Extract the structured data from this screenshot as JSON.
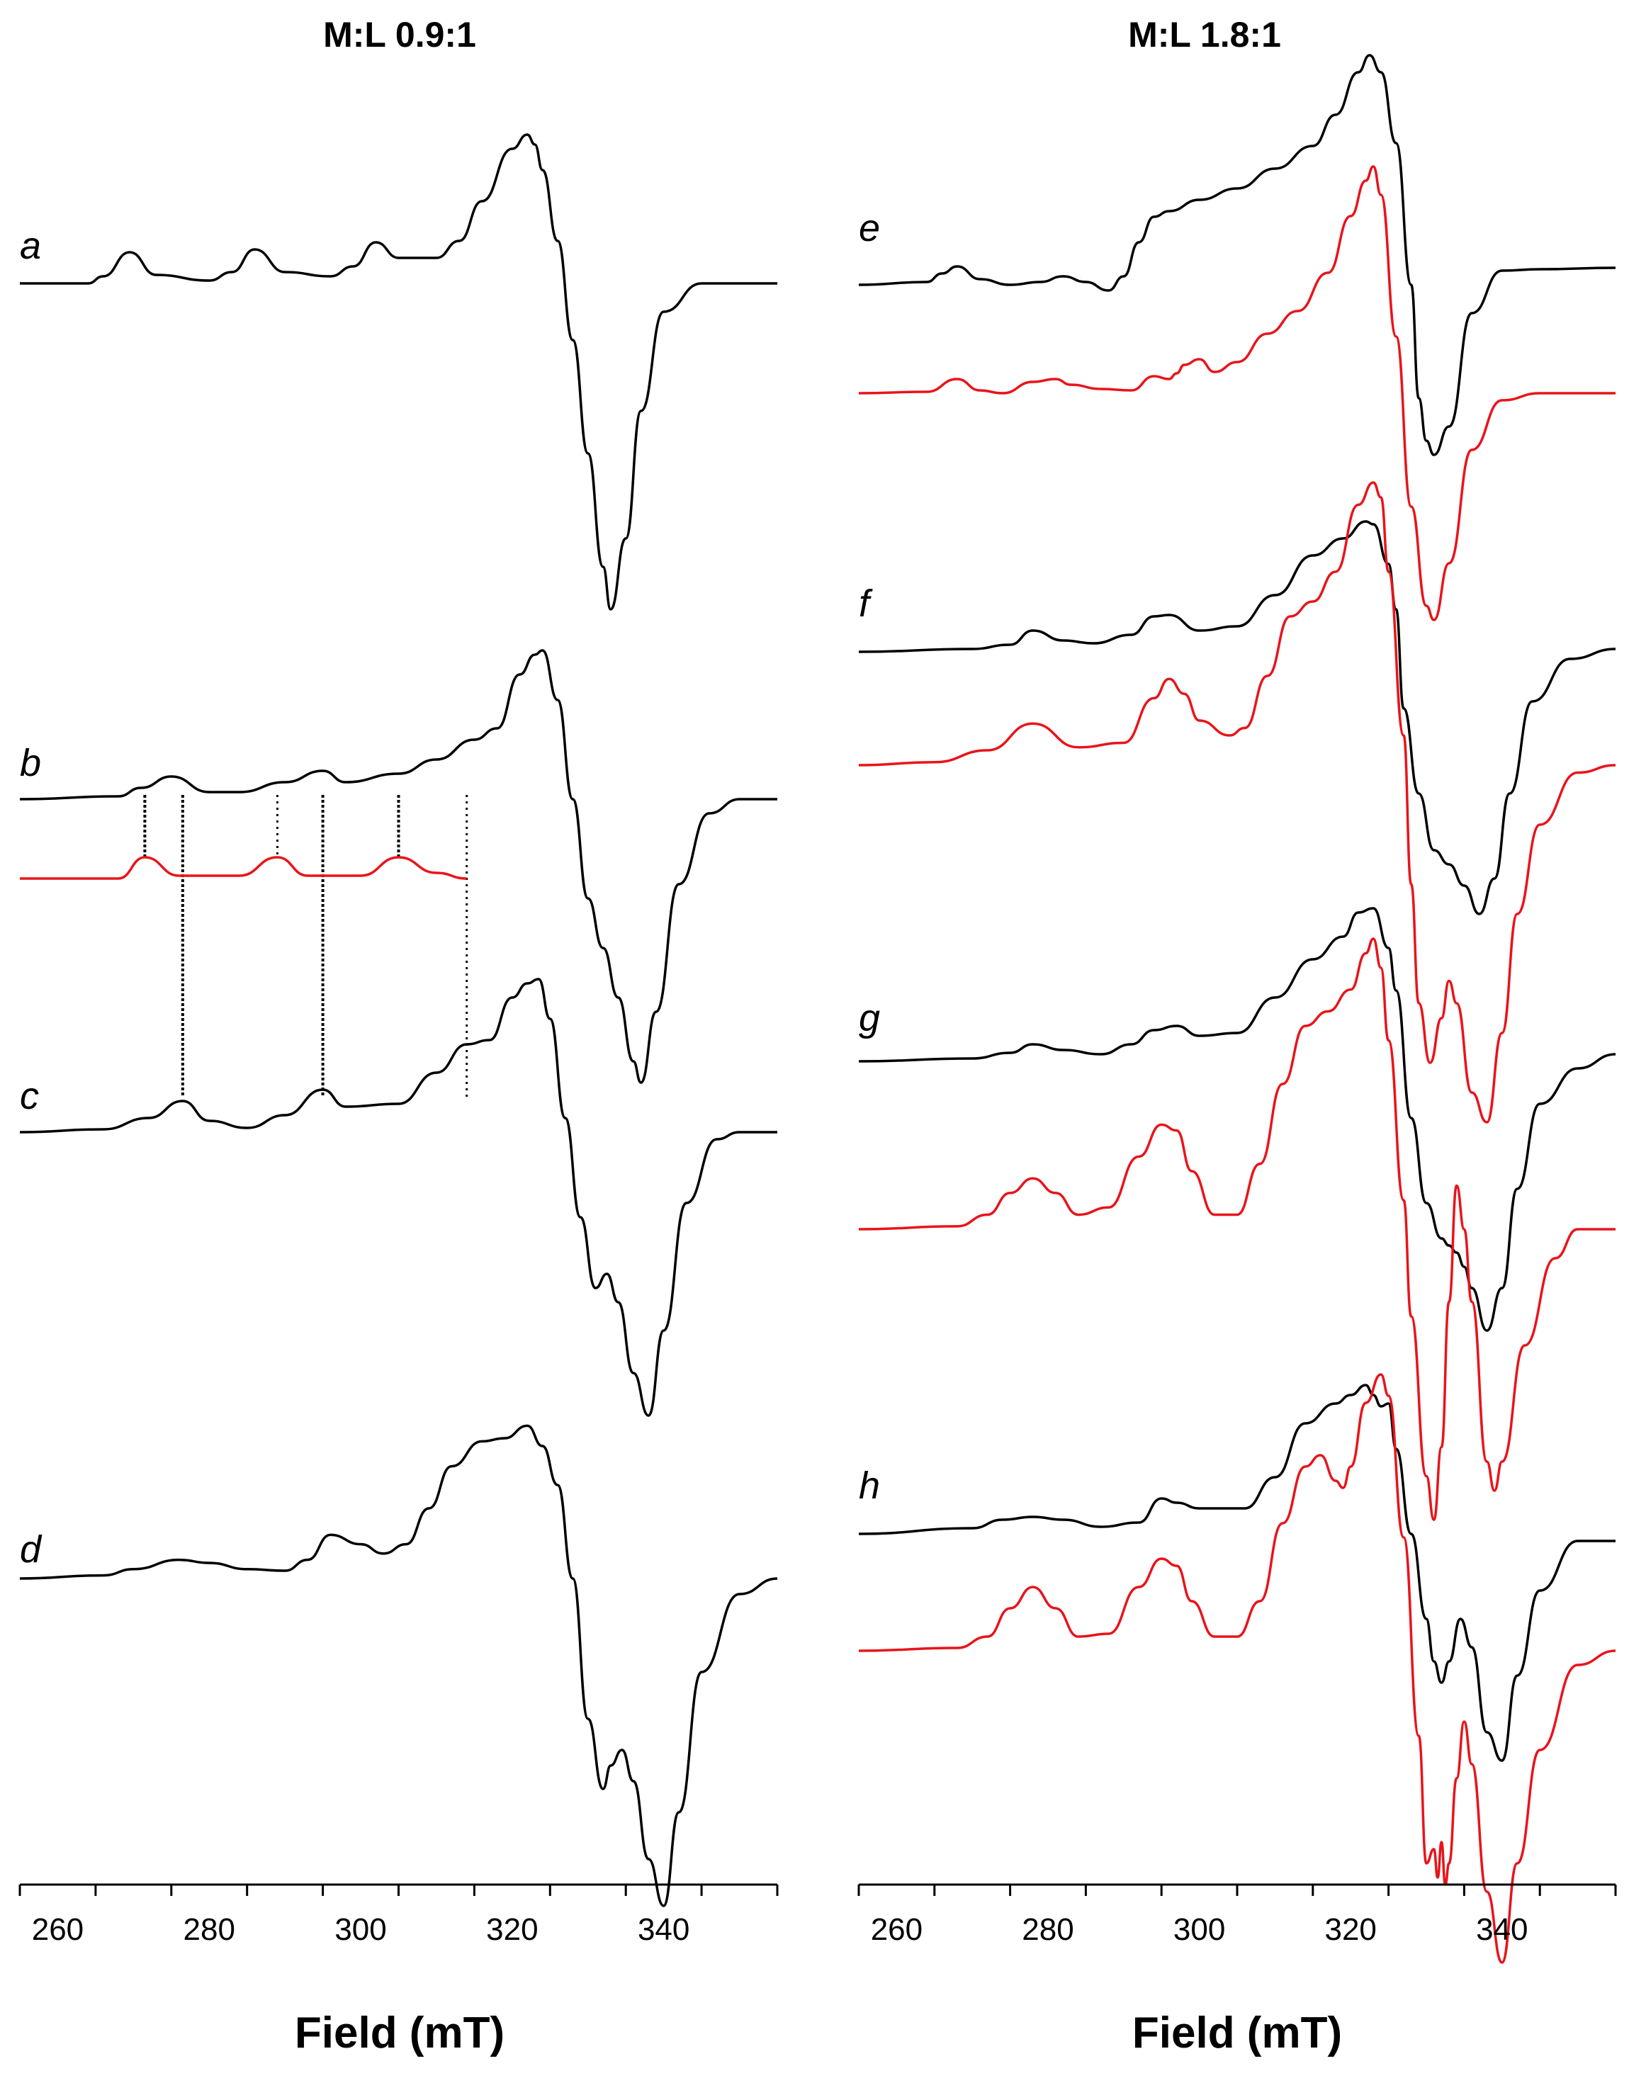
{
  "colors": {
    "experimental": "#000000",
    "simulated": "#e8141b",
    "guide": "#000000"
  },
  "chart_data": [
    {
      "type": "line",
      "title": "M:L 0.9:1",
      "xlabel": "Field (mT)",
      "ylabel": "",
      "xlim": [
        255,
        355
      ],
      "xticks": [
        260,
        280,
        300,
        320,
        340
      ],
      "grid": false,
      "series": [
        {
          "name": "a",
          "kind": "experimental",
          "label": "a",
          "x": [
            255,
            264,
            266,
            269.5,
            273,
            280,
            283,
            286,
            290,
            296,
            299,
            302,
            305,
            310,
            313,
            316,
            320,
            322,
            323,
            324,
            326,
            328,
            330,
            332,
            333,
            335,
            337,
            340,
            345,
            355
          ],
          "y": [
            0,
            0,
            0.05,
            0.22,
            0.06,
            0.02,
            0.08,
            0.24,
            0.08,
            0.05,
            0.12,
            0.29,
            0.18,
            0.18,
            0.3,
            0.58,
            0.95,
            1.05,
            0.98,
            0.8,
            0.3,
            -0.4,
            -1.2,
            -2.0,
            -2.3,
            -1.8,
            -0.9,
            -0.2,
            0,
            0
          ]
        },
        {
          "name": "b",
          "kind": "experimental",
          "label": "b",
          "x": [
            255,
            268,
            271,
            275,
            280,
            284,
            290,
            295,
            298,
            305,
            310,
            315,
            318,
            321,
            323,
            324,
            326,
            328,
            330,
            332,
            334,
            336,
            337,
            339,
            342,
            346,
            350,
            355
          ],
          "y": [
            0,
            0.02,
            0.08,
            0.16,
            0.05,
            0.05,
            0.12,
            0.2,
            0.12,
            0.18,
            0.28,
            0.42,
            0.5,
            0.88,
            1.02,
            1.05,
            0.7,
            0.0,
            -0.7,
            -1.05,
            -1.4,
            -1.85,
            -2.0,
            -1.5,
            -0.6,
            -0.1,
            0,
            0
          ]
        },
        {
          "name": "b-sim",
          "kind": "simulated",
          "x": [
            255,
            268,
            271.5,
            276,
            284,
            289,
            293,
            300,
            305,
            310,
            314
          ],
          "y": [
            0,
            0,
            0.15,
            0.02,
            0.02,
            0.15,
            0.02,
            0.02,
            0.15,
            0.04,
            0
          ],
          "stop": 314
        },
        {
          "name": "c",
          "kind": "experimental",
          "label": "c",
          "x": [
            255,
            266,
            272,
            276.5,
            280,
            285,
            290,
            295,
            298,
            305,
            310,
            314,
            317,
            320,
            322,
            323.5,
            325,
            327,
            329,
            331,
            332.5,
            334,
            336,
            338,
            340,
            343,
            347,
            350,
            355
          ],
          "y": [
            0,
            0.02,
            0.1,
            0.22,
            0.08,
            0.03,
            0.12,
            0.3,
            0.18,
            0.2,
            0.42,
            0.62,
            0.65,
            0.95,
            1.05,
            1.08,
            0.8,
            0.1,
            -0.6,
            -1.1,
            -1.0,
            -1.2,
            -1.7,
            -2.0,
            -1.4,
            -0.5,
            -0.05,
            0,
            0
          ]
        },
        {
          "name": "d",
          "kind": "experimental",
          "label": "d",
          "x": [
            255,
            266,
            270,
            276,
            280,
            285,
            290,
            293,
            296,
            300,
            303,
            306,
            309,
            312,
            316,
            319,
            322,
            324,
            326,
            328,
            330,
            332,
            333,
            334.5,
            336,
            338,
            340,
            342,
            345,
            350,
            355
          ],
          "y": [
            0,
            0.02,
            0.06,
            0.12,
            0.1,
            0.06,
            0.05,
            0.12,
            0.28,
            0.22,
            0.16,
            0.22,
            0.45,
            0.72,
            0.88,
            0.9,
            0.98,
            0.85,
            0.6,
            0.0,
            -0.9,
            -1.35,
            -1.2,
            -1.1,
            -1.3,
            -1.8,
            -2.1,
            -1.5,
            -0.6,
            -0.1,
            0
          ]
        }
      ],
      "guide_lines": [
        {
          "field": 271.5,
          "style": "dense",
          "span": "b-to-bsim"
        },
        {
          "field": 276.5,
          "style": "dense",
          "span": "b-to-c"
        },
        {
          "field": 289,
          "style": "sparse",
          "span": "b-to-bsim"
        },
        {
          "field": 295,
          "style": "dense",
          "span": "b-to-c"
        },
        {
          "field": 305,
          "style": "dense",
          "span": "b-to-bsim"
        },
        {
          "field": 314,
          "style": "sparse",
          "span": "b-to-c"
        }
      ]
    },
    {
      "type": "line",
      "title": "M:L 1.8:1",
      "xlabel": "Field (mT)",
      "ylabel": "",
      "xlim": [
        255,
        355
      ],
      "xticks": [
        260,
        280,
        300,
        320,
        340
      ],
      "grid": false,
      "series": [
        {
          "name": "e",
          "kind": "experimental",
          "label": "e",
          "x": [
            255,
            264,
            266,
            268,
            271,
            275,
            279,
            282,
            285,
            288,
            290,
            292,
            294,
            296,
            300,
            305,
            310,
            315,
            318,
            321,
            322.5,
            324,
            326,
            328,
            329,
            330,
            331,
            333,
            336,
            340,
            345,
            355
          ],
          "y": [
            0,
            0.02,
            0.08,
            0.13,
            0.04,
            0.0,
            0.02,
            0.06,
            0.02,
            -0.04,
            0.06,
            0.3,
            0.48,
            0.52,
            0.6,
            0.68,
            0.82,
            0.98,
            1.2,
            1.5,
            1.62,
            1.5,
            1.0,
            0.0,
            -0.8,
            -1.1,
            -1.2,
            -1.0,
            -0.2,
            0.1,
            0.11,
            0.12
          ]
        },
        {
          "name": "e-sim",
          "kind": "simulated",
          "x": [
            255,
            264,
            268,
            271,
            274,
            278,
            281,
            283,
            287,
            291,
            294,
            296,
            297,
            298,
            300,
            302,
            305,
            309,
            313,
            317,
            320,
            322,
            323,
            324,
            326,
            328,
            330,
            331,
            333,
            336,
            340,
            345,
            355
          ],
          "y": [
            0,
            0.01,
            0.1,
            0.02,
            0.0,
            0.08,
            0.1,
            0.06,
            0.03,
            0.02,
            0.12,
            0.1,
            0.14,
            0.2,
            0.24,
            0.15,
            0.22,
            0.42,
            0.58,
            0.85,
            1.25,
            1.5,
            1.6,
            1.4,
            0.4,
            -0.8,
            -1.5,
            -1.6,
            -1.2,
            -0.4,
            -0.05,
            0,
            0
          ]
        },
        {
          "name": "f",
          "kind": "experimental",
          "label": "f",
          "x": [
            255,
            270,
            275,
            278,
            282,
            286,
            291,
            294,
            296,
            300,
            305,
            310,
            315,
            319,
            322,
            323,
            325,
            326,
            327,
            329,
            331,
            333,
            335,
            337,
            339,
            341,
            344,
            349,
            355
          ],
          "y": [
            0,
            0.02,
            0.05,
            0.15,
            0.08,
            0.06,
            0.12,
            0.25,
            0.26,
            0.15,
            0.18,
            0.4,
            0.68,
            0.8,
            0.92,
            0.9,
            0.62,
            0.3,
            -0.4,
            -1.0,
            -1.4,
            -1.5,
            -1.65,
            -1.85,
            -1.6,
            -1.0,
            -0.35,
            -0.05,
            0.02
          ]
        },
        {
          "name": "f-sim",
          "kind": "simulated",
          "x": [
            255,
            265,
            272,
            278,
            284,
            290,
            294,
            296,
            298,
            300,
            304,
            306,
            309,
            312,
            315,
            318,
            321,
            323,
            324,
            325,
            327,
            328,
            329,
            330.5,
            332,
            333,
            334,
            336,
            338,
            340,
            342,
            345,
            350,
            355
          ],
          "y": [
            0,
            0.02,
            0.1,
            0.28,
            0.12,
            0.15,
            0.45,
            0.58,
            0.48,
            0.3,
            0.2,
            0.25,
            0.6,
            1.0,
            1.1,
            1.3,
            1.75,
            1.9,
            1.8,
            1.3,
            0.2,
            -0.8,
            -1.6,
            -2.0,
            -1.7,
            -1.45,
            -1.6,
            -2.2,
            -2.4,
            -1.8,
            -1.0,
            -0.4,
            -0.05,
            0
          ]
        },
        {
          "name": "g",
          "kind": "experimental",
          "label": "g",
          "x": [
            255,
            270,
            275,
            278,
            282,
            287,
            291,
            294,
            297,
            300,
            305,
            310,
            315,
            319,
            321,
            323,
            325,
            326,
            328,
            330,
            332,
            333,
            334,
            335,
            336,
            338,
            340,
            342,
            345,
            350,
            355
          ],
          "y": [
            0,
            0.02,
            0.06,
            0.12,
            0.08,
            0.05,
            0.12,
            0.22,
            0.25,
            0.18,
            0.2,
            0.45,
            0.72,
            0.88,
            1.05,
            1.08,
            0.8,
            0.5,
            -0.4,
            -1.0,
            -1.25,
            -1.3,
            -1.35,
            -1.45,
            -1.6,
            -1.9,
            -1.6,
            -0.9,
            -0.3,
            -0.05,
            0.05
          ]
        },
        {
          "name": "g-sim",
          "kind": "simulated",
          "x": [
            255,
            268,
            272,
            275,
            278,
            281,
            284,
            288,
            292,
            295,
            297,
            299,
            302,
            305,
            308,
            311,
            314,
            317,
            320,
            322,
            323,
            324,
            325,
            327,
            328,
            330,
            331,
            332,
            333,
            334,
            335,
            336,
            338,
            339,
            340,
            343,
            347,
            350,
            355
          ],
          "y": [
            0,
            0.02,
            0.1,
            0.25,
            0.35,
            0.25,
            0.1,
            0.15,
            0.5,
            0.72,
            0.68,
            0.4,
            0.1,
            0.1,
            0.45,
            1.0,
            1.4,
            1.5,
            1.65,
            1.9,
            2.0,
            1.8,
            1.3,
            0.2,
            -0.6,
            -1.7,
            -2.0,
            -1.5,
            -0.5,
            0.3,
            0.0,
            -0.5,
            -1.6,
            -1.8,
            -1.6,
            -0.8,
            -0.2,
            0,
            0
          ]
        },
        {
          "name": "h",
          "kind": "experimental",
          "label": "h",
          "x": [
            255,
            270,
            274,
            278,
            282,
            287,
            292,
            295,
            297,
            300,
            306,
            310,
            314,
            318,
            320,
            322,
            323,
            324,
            325,
            326,
            328,
            330,
            331,
            332,
            333,
            334.5,
            336,
            338,
            340,
            342,
            345,
            350,
            355
          ],
          "y": [
            0,
            0.04,
            0.1,
            0.12,
            0.1,
            0.05,
            0.08,
            0.25,
            0.22,
            0.18,
            0.18,
            0.4,
            0.78,
            0.92,
            0.98,
            1.05,
            0.98,
            0.9,
            0.92,
            0.6,
            0.0,
            -0.6,
            -0.9,
            -1.05,
            -0.9,
            -0.6,
            -0.8,
            -1.4,
            -1.6,
            -1.0,
            -0.4,
            -0.05,
            -0.05
          ]
        },
        {
          "name": "h-sim",
          "kind": "simulated",
          "x": [
            255,
            268,
            272,
            275,
            278,
            281,
            284,
            288,
            292,
            295,
            297,
            299,
            302,
            305,
            308,
            311,
            314,
            316,
            318,
            319,
            320,
            322,
            324,
            325,
            327,
            329,
            330,
            331,
            331.5,
            332,
            332.5,
            333,
            334,
            335,
            336,
            338,
            340,
            342,
            345,
            350,
            355
          ],
          "y": [
            0,
            0.02,
            0.1,
            0.3,
            0.45,
            0.3,
            0.1,
            0.12,
            0.45,
            0.65,
            0.6,
            0.35,
            0.1,
            0.1,
            0.35,
            0.9,
            1.3,
            1.38,
            1.2,
            1.15,
            1.3,
            1.75,
            1.95,
            1.8,
            0.8,
            -0.6,
            -1.5,
            -1.4,
            -1.6,
            -1.35,
            -1.65,
            -1.5,
            -0.9,
            -0.5,
            -0.8,
            -1.7,
            -2.2,
            -1.5,
            -0.7,
            -0.1,
            0
          ]
        }
      ]
    }
  ],
  "layout_labels": {
    "left": {
      "a": "a",
      "b": "b",
      "c": "c",
      "d": "d"
    },
    "right": {
      "e": "e",
      "f": "f",
      "g": "g",
      "h": "h"
    }
  }
}
